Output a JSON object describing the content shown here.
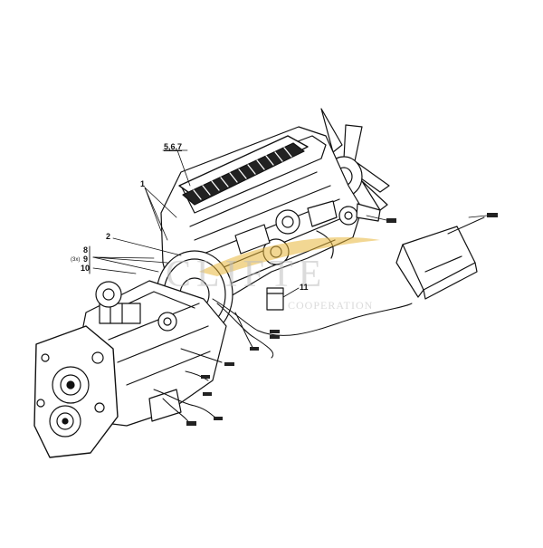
{
  "callouts": {
    "c567": "5,6,7",
    "c1": "1",
    "c2": "2",
    "c8": "8",
    "c3x": "(3x)",
    "c9": "9",
    "c10": "10",
    "c11": "11"
  },
  "watermark": {
    "main": "CLIFTE",
    "sub": "COOPERATION"
  },
  "colors": {
    "ink": "#111111",
    "watermark": "#c8c8c8",
    "swoosh": "#e8b63a"
  }
}
